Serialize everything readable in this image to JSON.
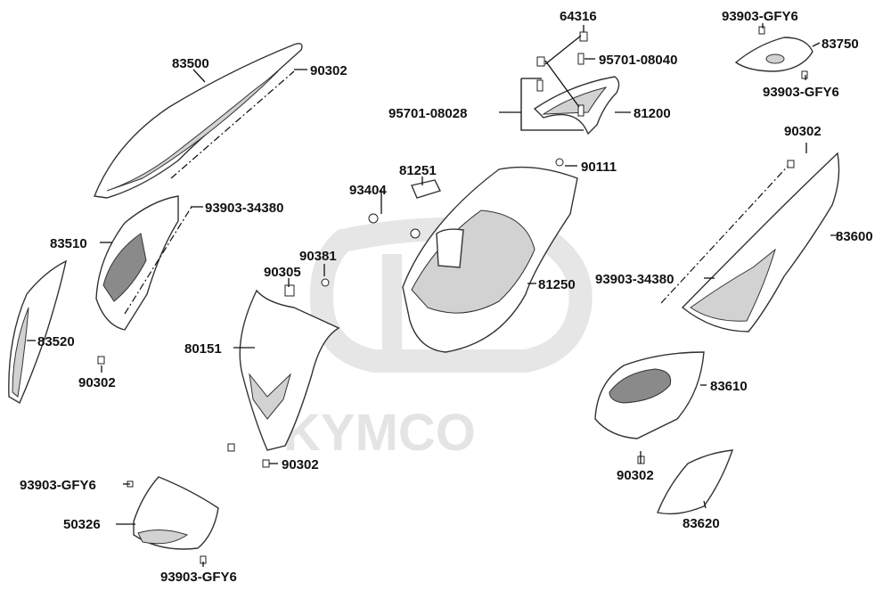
{
  "watermark": {
    "brand": "KYMCO"
  },
  "labels": {
    "l83500": "83500",
    "l90302_top": "90302",
    "l93903_34380_left": "93903-34380",
    "l83510": "83510",
    "l83520": "83520",
    "l90302_left": "90302",
    "l93404": "93404",
    "l81251": "81251",
    "l90381": "90381",
    "l90305": "90305",
    "l80151": "80151",
    "l90302_bottom": "90302",
    "l93903_gfy6_left": "93903-GFY6",
    "l50326": "50326",
    "l93903_gfy6_bottom": "93903-GFY6",
    "l64316": "64316",
    "l95701_08040": "95701-08040",
    "l95701_08028": "95701-08028",
    "l81200": "81200",
    "l90111": "90111",
    "l81250": "81250",
    "l93903_gfy6_top": "93903-GFY6",
    "l83750": "83750",
    "l93903_gfy6_right": "93903-GFY6",
    "l90302_right_top": "90302",
    "l83600": "83600",
    "l93903_34380_right": "93903-34380",
    "l83610": "83610",
    "l90302_right_bottom": "90302",
    "l83620": "83620"
  }
}
